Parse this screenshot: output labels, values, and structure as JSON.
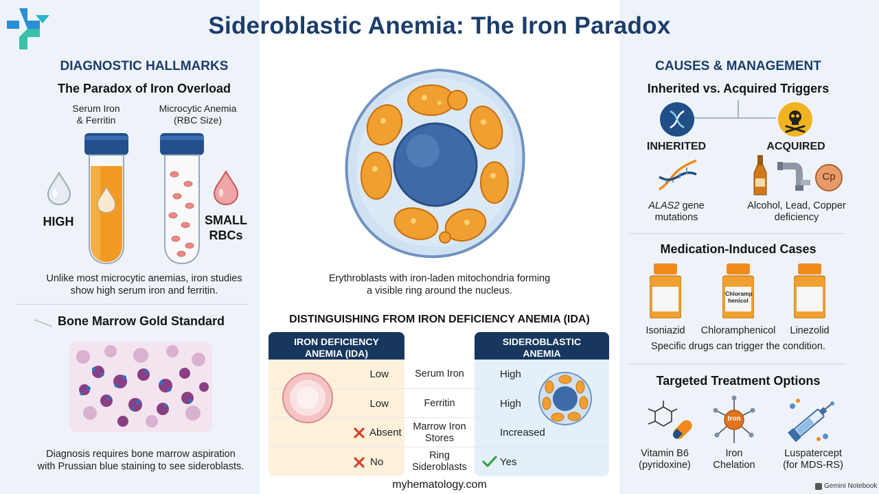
{
  "title": "Sideroblastic Anemia: The Iron Paradox",
  "left": {
    "section_title": "DIAGNOSTIC HALLMARKS",
    "paradox_title": "The Paradox of Iron Overload",
    "tube1_label_1": "Serum Iron",
    "tube1_label_2": "& Ferritin",
    "tube2_label_1": "Microcytic Anemia",
    "tube2_label_2": "(RBC Size)",
    "high_label": "HIGH",
    "small_label_1": "SMALL",
    "small_label_2": "RBCs",
    "paradox_caption_1": "Unlike most microcytic anemias, iron studies",
    "paradox_caption_2": "show high serum iron and ferritin.",
    "marrow_title": "Bone Marrow Gold Standard",
    "marrow_caption_1": "Diagnosis requires bone marrow aspiration",
    "marrow_caption_2": "with Prussian blue staining to see sideroblasts."
  },
  "center": {
    "cell_caption_1": "Erythroblasts with iron-laden mitochondria forming",
    "cell_caption_2": "a visible ring around the nucleus.",
    "compare_title": "DISTINGUISHING FROM IRON DEFICIENCY ANEMIA (IDA)",
    "ida_header_1": "IRON DEFICIENCY",
    "ida_header_2": "ANEMIA (IDA)",
    "sa_header_1": "SIDEROBLASTIC",
    "sa_header_2": "ANEMIA",
    "rows": [
      {
        "label": "Serum Iron",
        "label2": "",
        "ida": "Low",
        "sa": "High"
      },
      {
        "label": "Ferritin",
        "label2": "",
        "ida": "Low",
        "sa": "High"
      },
      {
        "label": "Marrow Iron",
        "label2": "Stores",
        "ida": "Absent",
        "sa": "Increased"
      },
      {
        "label": "Ring",
        "label2": "Sideroblasts",
        "ida": "No",
        "sa": "Yes"
      }
    ],
    "footer": "myhematology.com"
  },
  "right": {
    "section_title": "CAUSES & MANAGEMENT",
    "triggers_title": "Inherited vs. Acquired Triggers",
    "inherited_label": "INHERITED",
    "acquired_label": "ACQUIRED",
    "inherited_gene": "ALAS2",
    "inherited_desc_rest": " gene",
    "inherited_desc_2": "mutations",
    "acquired_desc_1": "Alcohol, Lead, Copper",
    "acquired_desc_2": "deficiency",
    "copper_symbol": "Cp",
    "meds_title": "Medication-Induced Cases",
    "bottle_label_1": "Chloramp",
    "bottle_label_2": "henicol",
    "drugs": [
      "Isoniazid",
      "Chloramphenicol",
      "Linezolid"
    ],
    "meds_caption": "Specific drugs can trigger the condition.",
    "treat_title": "Targeted Treatment Options",
    "iron_symbol": "Iron",
    "treatments": [
      {
        "line1": "Vitamin B6",
        "line2": "(pyridoxine)"
      },
      {
        "line1": "Iron",
        "line2": "Chelation"
      },
      {
        "line1": "Luspatercept",
        "line2": "(for MDS-RS)"
      }
    ],
    "watermark": "Gemini Notebook"
  },
  "colors": {
    "navy": "#1b3d6b",
    "panel_bg": "#eef3f9",
    "ida_bg": "#fdf1dc",
    "sa_bg": "#e3f0fa",
    "table_header": "#17375e",
    "mitochondria": "#f0a030",
    "check_green": "#3aa04a",
    "cross_red": "#d8402c"
  }
}
